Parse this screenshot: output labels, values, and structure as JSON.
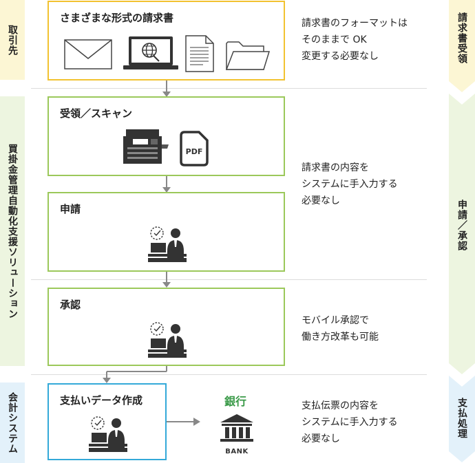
{
  "colors": {
    "orange_border": "#f2c230",
    "green_border": "#9bc85a",
    "blue_border": "#33a9d8",
    "yellow_band": "#fcf6d4",
    "green_band": "#edf5e0",
    "blue_band": "#e3f1fa",
    "connector_gray": "#888888",
    "bank_green": "#3a9a48"
  },
  "left_labels": {
    "torihikisaki": "取引先",
    "solution": "買掛金管理自動化支援ソリューション",
    "kaikei": "会計システム"
  },
  "right_labels": {
    "juryo": "請求書受領",
    "shinsei": "申請／承認",
    "shiharai": "支払処理"
  },
  "steps": {
    "formats": {
      "title": "さまざまな形式の請求書",
      "icons": [
        "envelope-icon",
        "laptop-globe-icon",
        "document-icon",
        "folder-icon"
      ]
    },
    "receive": {
      "title": "受領／スキャン",
      "icons": [
        "scanner-icon",
        "pdf-icon"
      ]
    },
    "apply": {
      "title": "申請",
      "icons": [
        "office-worker-icon"
      ]
    },
    "approve": {
      "title": "承認",
      "icons": [
        "office-worker-icon"
      ]
    },
    "payment": {
      "title": "支払いデータ作成",
      "icons": [
        "office-worker-icon"
      ]
    }
  },
  "bank": {
    "label": "銀行",
    "sign": "BANK"
  },
  "notes": {
    "format": "請求書のフォーマットは\nそのままで OK\n変更する必要なし",
    "content": "請求書の内容を\nシステムに手入力する\n必要なし",
    "mobile": "モバイル承認で\n働き方改革も可能",
    "voucher": "支払伝票の内容を\nシステムに手入力する\n必要なし"
  }
}
